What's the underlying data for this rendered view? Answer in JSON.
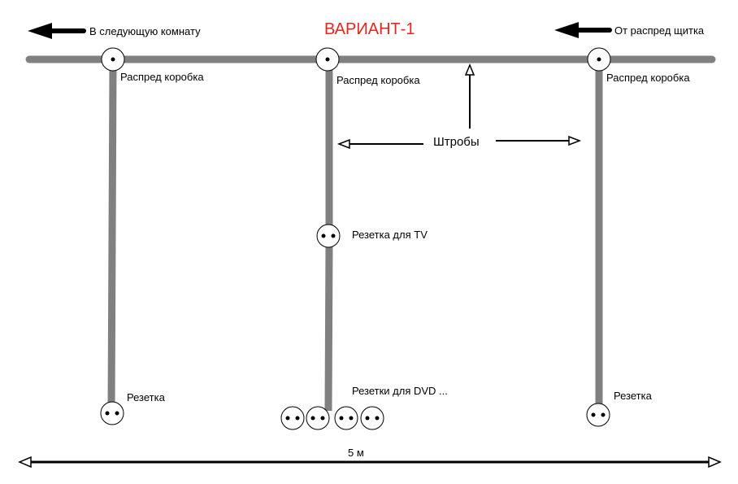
{
  "title": "ВАРИАНТ-1",
  "arrows": {
    "left_label": "В следующую комнату",
    "right_label": "От распред щитка"
  },
  "boxes": {
    "left_label": "Распред коробка",
    "center_label": "Распред коробка",
    "right_label": "Распред коробка"
  },
  "chases_label": "Штробы",
  "sockets": {
    "tv_label": "Резетка для TV",
    "left_label": "Резетка",
    "right_label": "Резетка",
    "dvd_label": "Резетки для DVD ..."
  },
  "dimension_label": "5 м",
  "colors": {
    "wire": "#808080",
    "title": "#e3261f",
    "line": "#000000"
  }
}
